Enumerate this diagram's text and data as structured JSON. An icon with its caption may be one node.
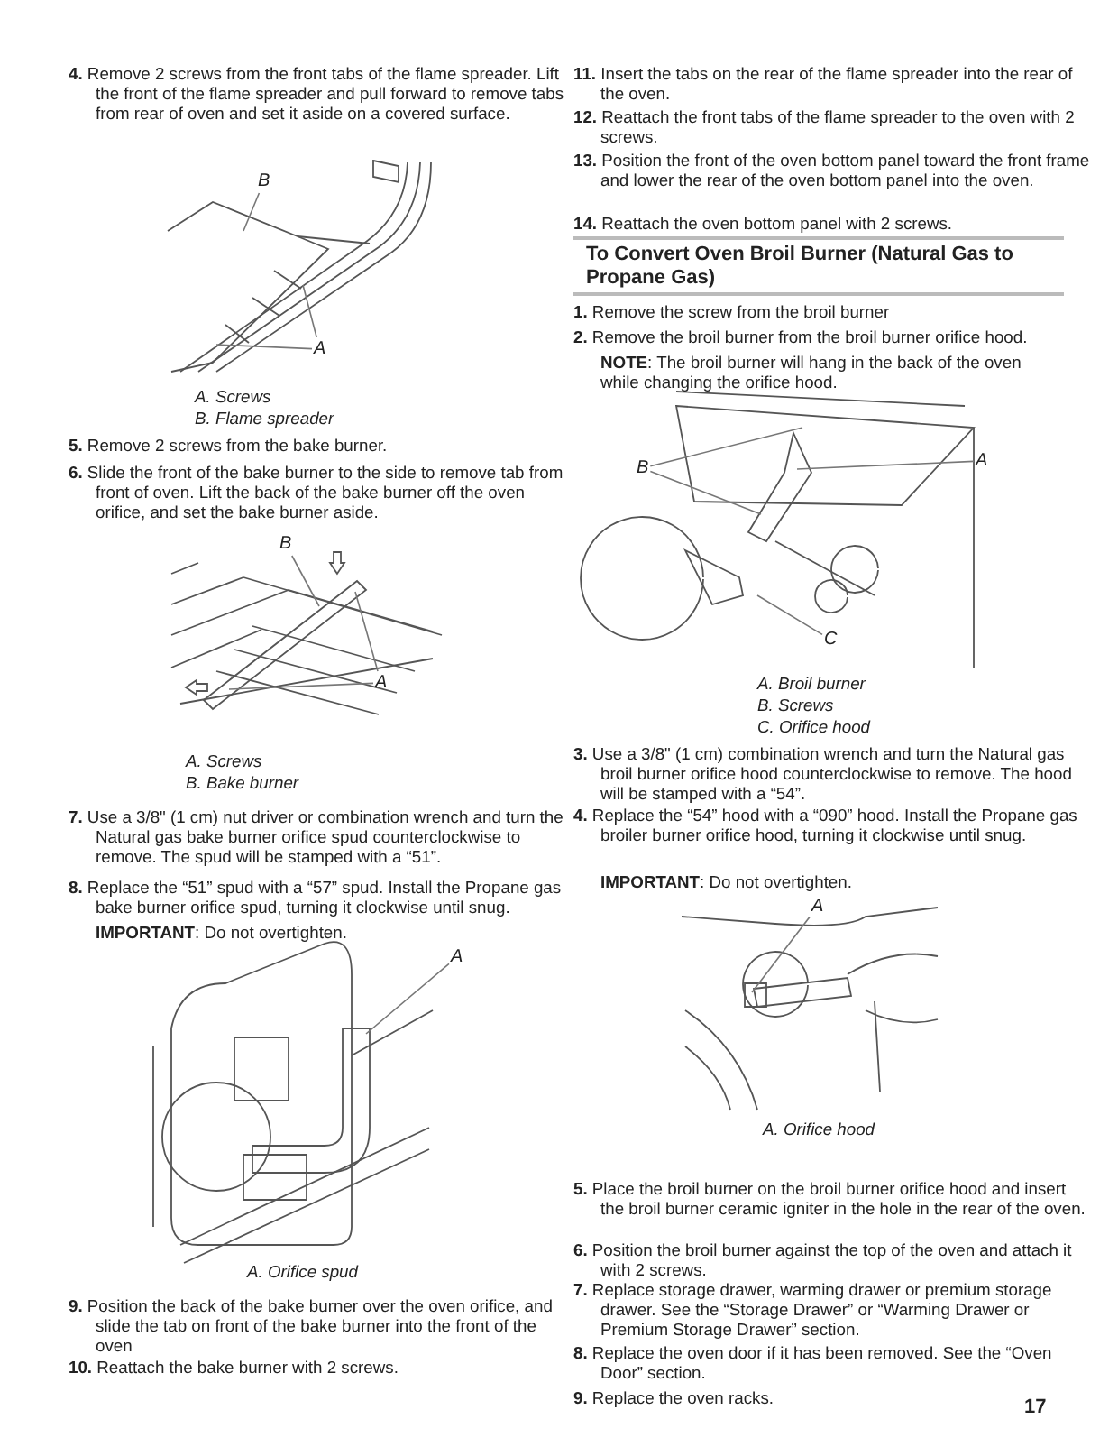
{
  "diagram": {
    "nodes": [
      {
        "text": [
          "B"
        ]
      },
      {
        "text": [
          "A"
        ]
      },
      {
        "text": [
          "B"
        ]
      },
      {
        "text": [
          "A"
        ]
      },
      {
        "text": [
          "A"
        ]
      },
      {
        "text": [
          "B"
        ]
      },
      {
        "text": [
          "A"
        ]
      },
      {
        "text": [
          "C"
        ]
      },
      {
        "text": [
          "A"
        ]
      }
    ],
    "edges": [
      {
        "from": 0,
        "to": null,
        "arrow": "none"
      },
      {
        "from": 1,
        "to": null,
        "arrow": "none"
      },
      {
        "from": 1,
        "to": null,
        "arrow": "none"
      },
      {
        "from": 2,
        "to": null,
        "arrow": "none"
      },
      {
        "from": 3,
        "to": null,
        "arrow": "none"
      },
      {
        "from": 3,
        "to": null,
        "arrow": "none"
      },
      {
        "from": 4,
        "to": null,
        "arrow": "none"
      },
      {
        "from": 5,
        "to": null,
        "arrow": "none"
      },
      {
        "from": 5,
        "to": null,
        "arrow": "none"
      },
      {
        "from": 6,
        "to": null,
        "arrow": "none"
      },
      {
        "from": 7,
        "to": null,
        "arrow": "none"
      },
      {
        "from": 8,
        "to": null,
        "arrow": "none"
      }
    ],
    "labels": [
      "**4.** Remove 2 screws from the front tabs of the flame spreader. Lift the front of the flame spreader and pull forward to remove tabs from rear of oven and set it aside on a covered surface.",
      "A. Screws",
      "B. Flame spreader",
      "**5.** Remove 2 screws from the bake burner.",
      "**6.** Slide the front of the bake burner to the side to remove tab from front of oven. Lift the back of the bake burner off the oven orifice, and set the bake burner aside.",
      "A. Screws",
      "B. Bake burner",
      "**7.** Use a 3/8\" (1 cm) nut driver or combination wrench and turn the Natural gas bake burner orifice spud counterclockwise to remove. The spud will be stamped with a “51”.",
      "**8.** Replace the “51” spud with a “57” spud. Install the Propane gas bake burner orifice spud, turning it clockwise until snug.",
      "**IMPORTANT**: Do not overtighten.",
      "A. Orifice spud",
      "**9.** Position the back of the bake burner over the oven orifice, and slide the tab on front of the bake burner into the front of the oven",
      "**10.** Reattach the bake burner with 2 screws.",
      "**11.** Insert the tabs on the rear of the flame spreader into the rear of the oven.",
      "**12.** Reattach the front tabs of the flame spreader to the oven with 2 screws.",
      "**13.** Position the front of the oven bottom panel toward the front frame and lower the rear of the oven bottom panel into the oven.",
      "**14.** Reattach the oven bottom panel with 2 screws.",
      "To Convert Oven Broil Burner (Natural Gas to Propane Gas)",
      "**1.** Remove the screw from the broil burner",
      "**2.** Remove the broil burner from the broil burner orifice hood.",
      "**NOTE**: The broil burner will hang in the back of the oven while changing the orifice hood.",
      "A. Broil burner",
      "B. Screws",
      "C. Orifice hood",
      "**3.** Use a 3/8\" (1 cm) combination wrench and turn the Natural gas broil burner orifice hood counterclockwise to remove. The hood will be stamped with a “54”.",
      "**4.** Replace the “54” hood with a “090” hood. Install the Propane gas broiler burner orifice hood, turning it clockwise until snug.",
      "**IMPORTANT**: Do not overtighten.",
      "A. Orifice hood",
      "**5.** Place the broil burner on the broil burner orifice hood and insert the broil burner ceramic igniter in the hole in the rear of the oven.",
      "**6.** Position the broil burner against the top of the oven and attach it with 2 screws.",
      "**7.** Replace storage drawer, warming drawer or premium storage drawer. See the “Storage Drawer” or “Warming Drawer or Premium Storage Drawer” section.",
      "**8.** Replace the oven door if it has been removed. See the “Oven Door” section.",
      "**9.** Replace the oven racks.",
      "17"
    ]
  }
}
